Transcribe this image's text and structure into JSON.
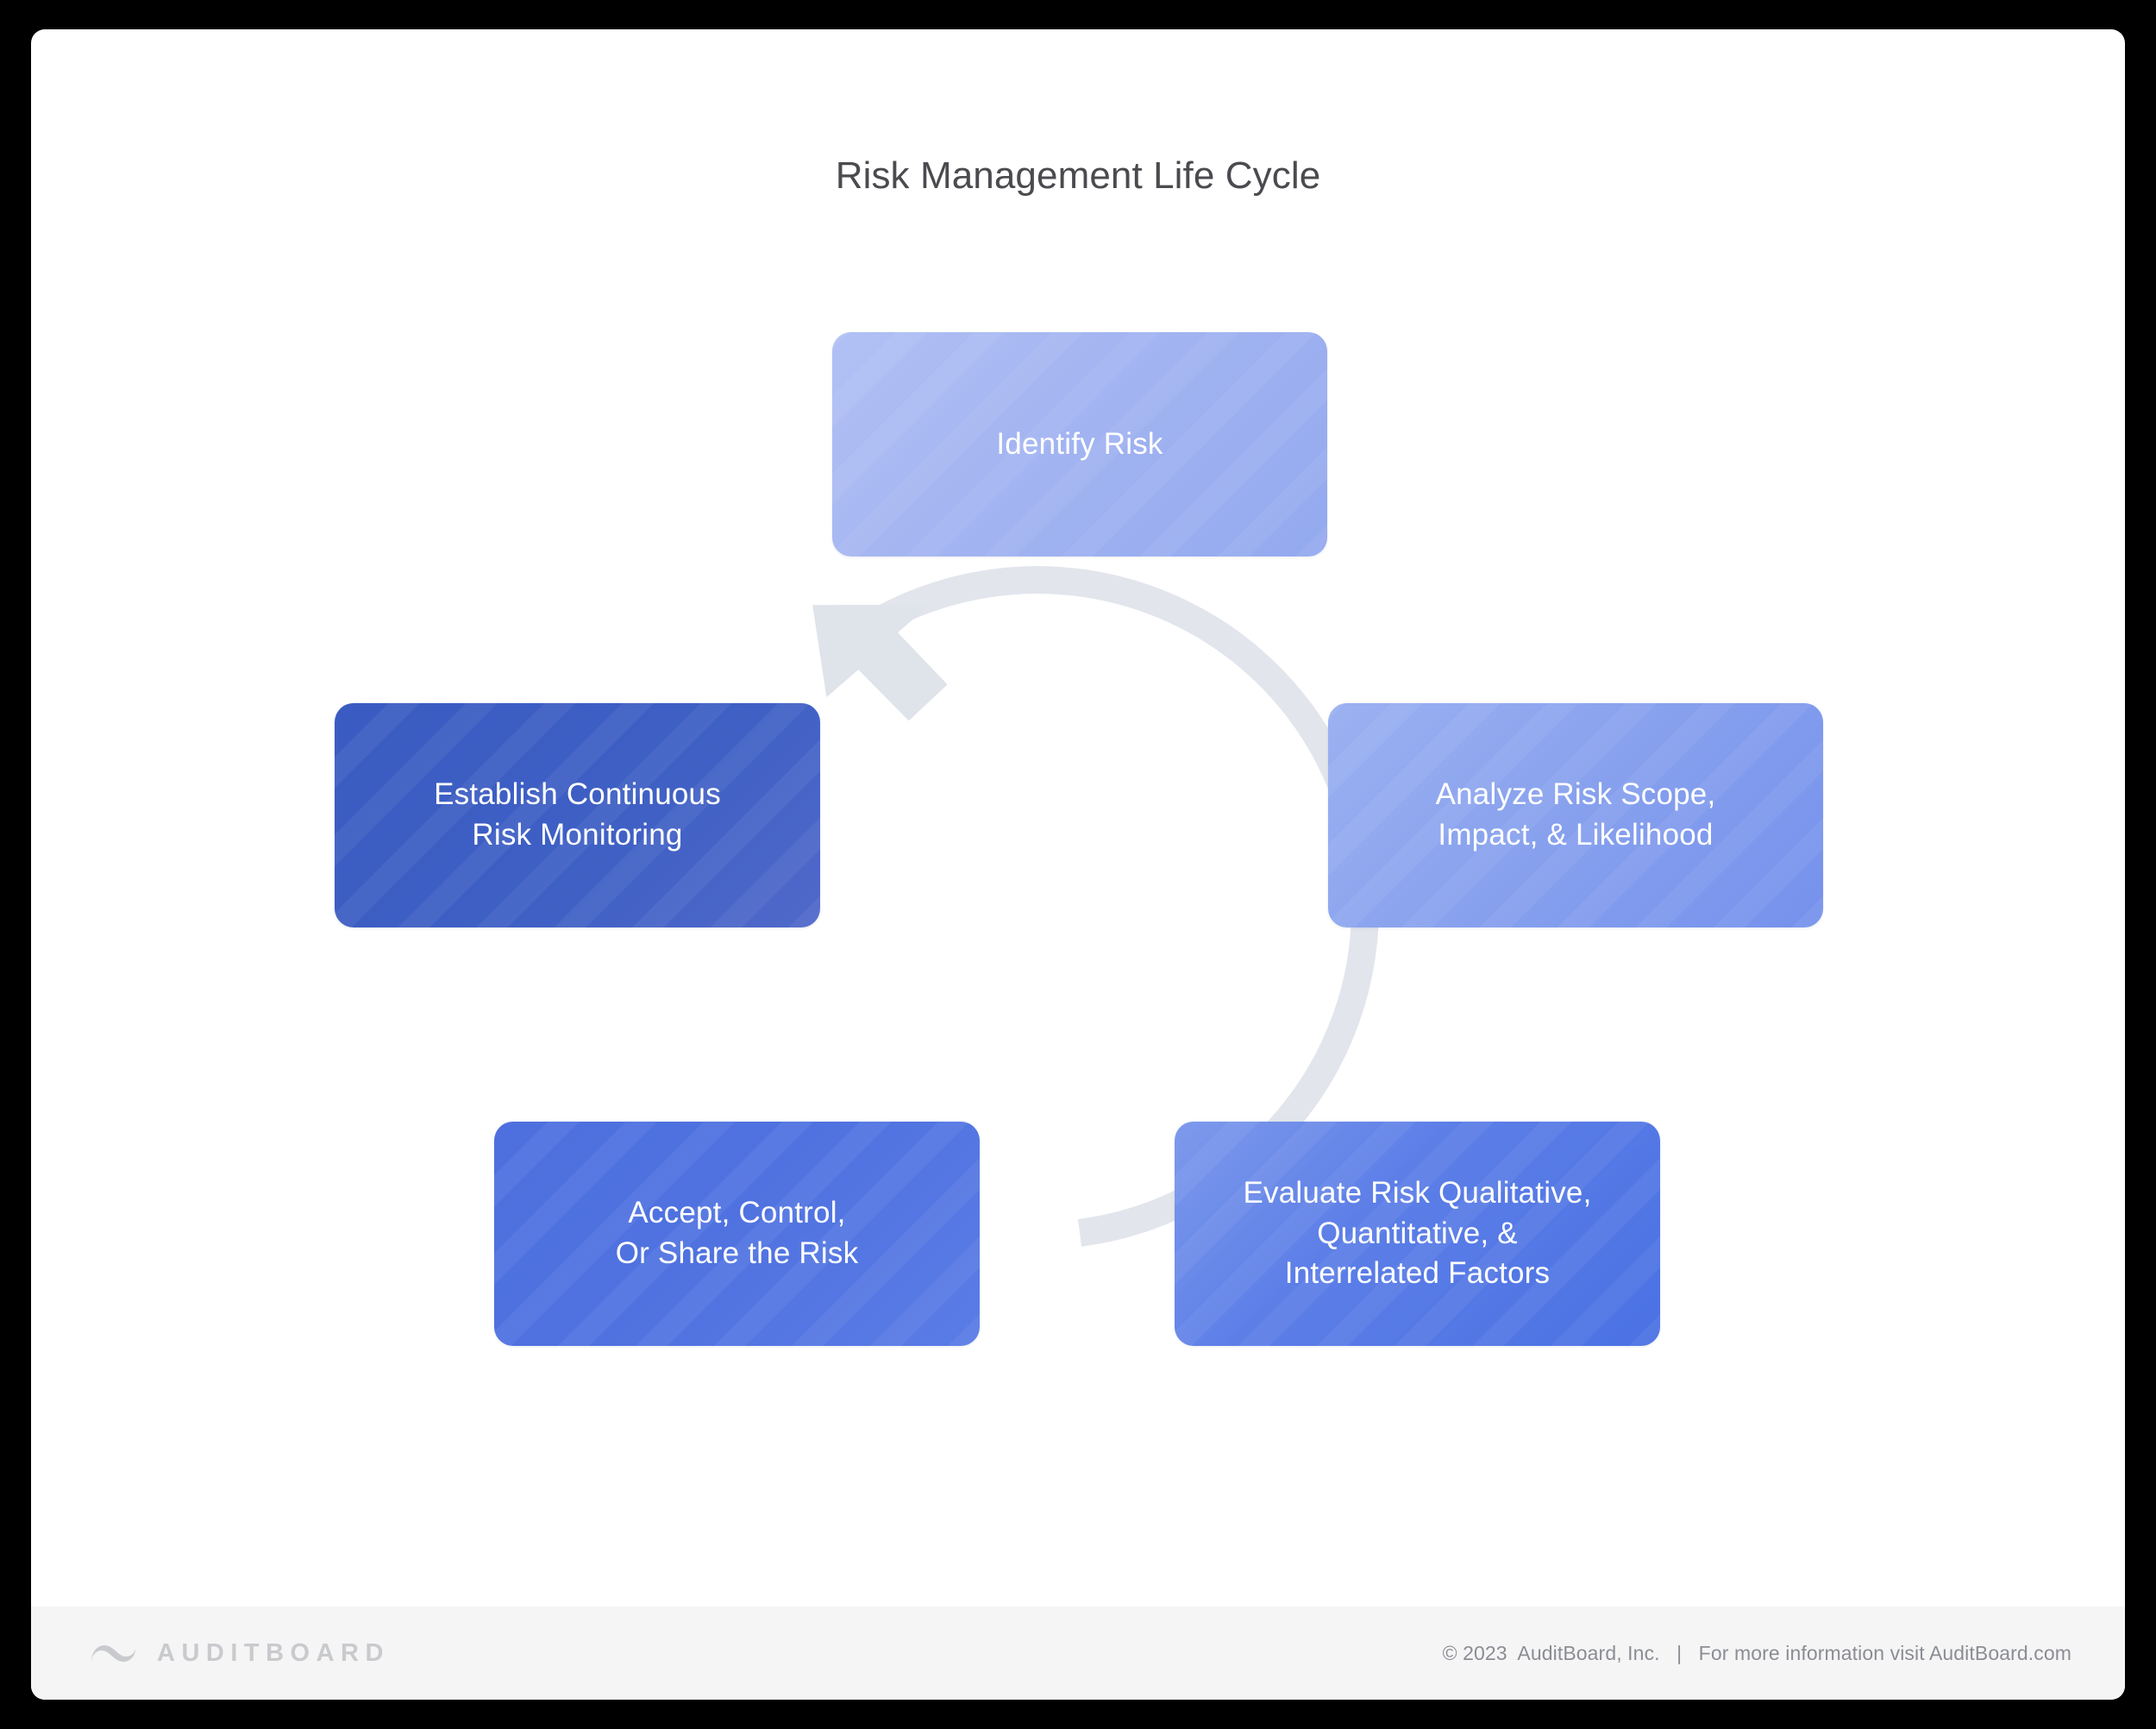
{
  "page": {
    "title": "Risk Management Life Cycle",
    "background_color": "#000000",
    "card_color": "#ffffff"
  },
  "diagram": {
    "type": "cycle",
    "direction": "clockwise",
    "ring_color": "#e2e5ec",
    "arrow_icon": "arrow-head-up-right",
    "steps": [
      {
        "id": "identify",
        "order": 1,
        "label": "Identify Risk",
        "position": "top",
        "color_start": "#aabcf2",
        "color_end": "#93a9ef"
      },
      {
        "id": "analyze",
        "order": 2,
        "label": "Analyze Risk Scope,\nImpact, & Likelihood",
        "position": "right",
        "color_start": "#8fa6ee",
        "color_end": "#7591ec"
      },
      {
        "id": "evaluate",
        "order": 3,
        "label": "Evaluate Risk Qualitative,\nQuantitative, &\nInterrelated Factors",
        "position": "bottom-right",
        "color_start": "#6c8bea",
        "color_end": "#4a71e3"
      },
      {
        "id": "accept",
        "order": 4,
        "label": "Accept, Control,\nOr Share the Risk",
        "position": "bottom-left",
        "color_start": "#5478e4",
        "color_end": "#4c6fdd"
      },
      {
        "id": "establish",
        "order": 5,
        "label": "Establish Continuous\nRisk Monitoring",
        "position": "left",
        "color_start": "#3a5cc2",
        "color_end": "#4863c9"
      }
    ]
  },
  "footer": {
    "logo_icon": "auditboard-logo-icon",
    "wordmark": "AUDITBOARD",
    "legal": "© 2023  AuditBoard, Inc.   |   For more information visit AuditBoard.com"
  }
}
